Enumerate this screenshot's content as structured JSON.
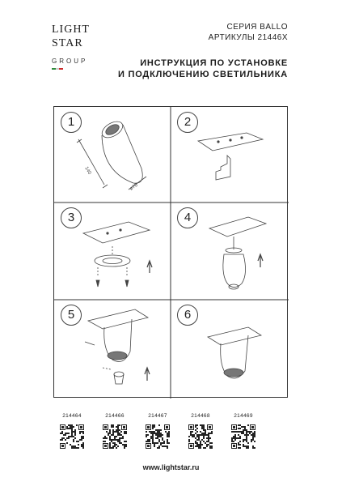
{
  "logo": {
    "line1": "LIGHT",
    "line2": "STAR",
    "line3": "GROUP",
    "flag_colors": [
      "#2e8b3a",
      "#ffffff",
      "#cc2a2a"
    ]
  },
  "header": {
    "series": "СЕРИЯ BALLO",
    "articles": "АРТИКУЛЫ 21446X",
    "title_line1": "ИНСТРУКЦИЯ ПО УСТАНОВКЕ",
    "title_line2": "И ПОДКЛЮЧЕНИЮ СВЕТИЛЬНИКА"
  },
  "steps": [
    {
      "num": "1",
      "dim_height": "140",
      "dim_diameter": "ø70"
    },
    {
      "num": "2"
    },
    {
      "num": "3"
    },
    {
      "num": "4"
    },
    {
      "num": "5"
    },
    {
      "num": "6"
    }
  ],
  "articles_list": [
    "214464",
    "214466",
    "214467",
    "214468",
    "214469"
  ],
  "footer": {
    "website": "www.lightstar.ru"
  }
}
